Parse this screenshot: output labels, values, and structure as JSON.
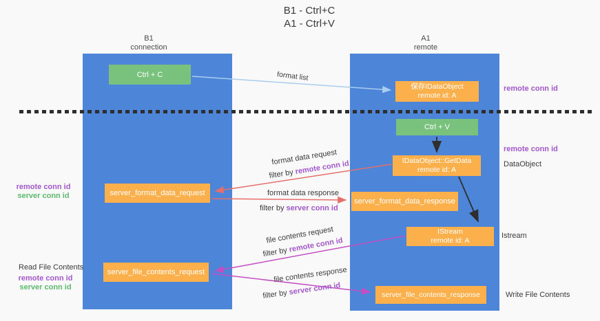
{
  "colors": {
    "background": "#f9f9f9",
    "column_blue": "#4d86d8",
    "box_green": "#78c27d",
    "box_orange": "#fbb04c",
    "arrow_blue": "#a8cdee",
    "arrow_red": "#e66e6b",
    "arrow_magenta": "#c44ec4",
    "arrow_black": "#2e2e2e",
    "label_purple": "#a357ca",
    "label_green": "#5cb96b",
    "text_dark": "#3a3a3a"
  },
  "title": {
    "line1": "B1 - Ctrl+C",
    "line2": "A1 - Ctrl+V"
  },
  "columns": {
    "left": {
      "header_line1": "B1",
      "header_line2": "connection"
    },
    "right": {
      "header_line1": "A1",
      "header_line2": "remote"
    }
  },
  "boxes": {
    "ctrl_c": "Ctrl + C",
    "ctrl_v": "Ctrl + V",
    "save_idataobject": {
      "line1": "保存IDataObject",
      "line2": "remote id: A"
    },
    "getdata": {
      "line1": "IDataObject::GetData",
      "line2": "remote id: A"
    },
    "istream": {
      "line1": "IStream",
      "line2": "remote id: A"
    },
    "server_format_data_request": "server_format_data_request",
    "server_format_data_response": "server_format_data_response",
    "server_file_contents_request": "server_file_contents_request",
    "server_file_contents_response": "server_file_contents_response"
  },
  "flow_labels": {
    "format_list": "format list",
    "format_data_request": "format data request",
    "format_data_response": "format data response",
    "file_contents_request": "file contents request",
    "file_contents_response": "file contents response",
    "filter_by": "filter by ",
    "remote_conn_id": "remote conn id",
    "server_conn_id": "server conn id"
  },
  "side_labels": {
    "remote_conn_id": "remote conn id",
    "server_conn_id": "server conn id",
    "dataobject": "DataObject",
    "istream": "Istream",
    "read_file_contents": "Read File Contents",
    "write_file_contents": "Write File Contents"
  }
}
